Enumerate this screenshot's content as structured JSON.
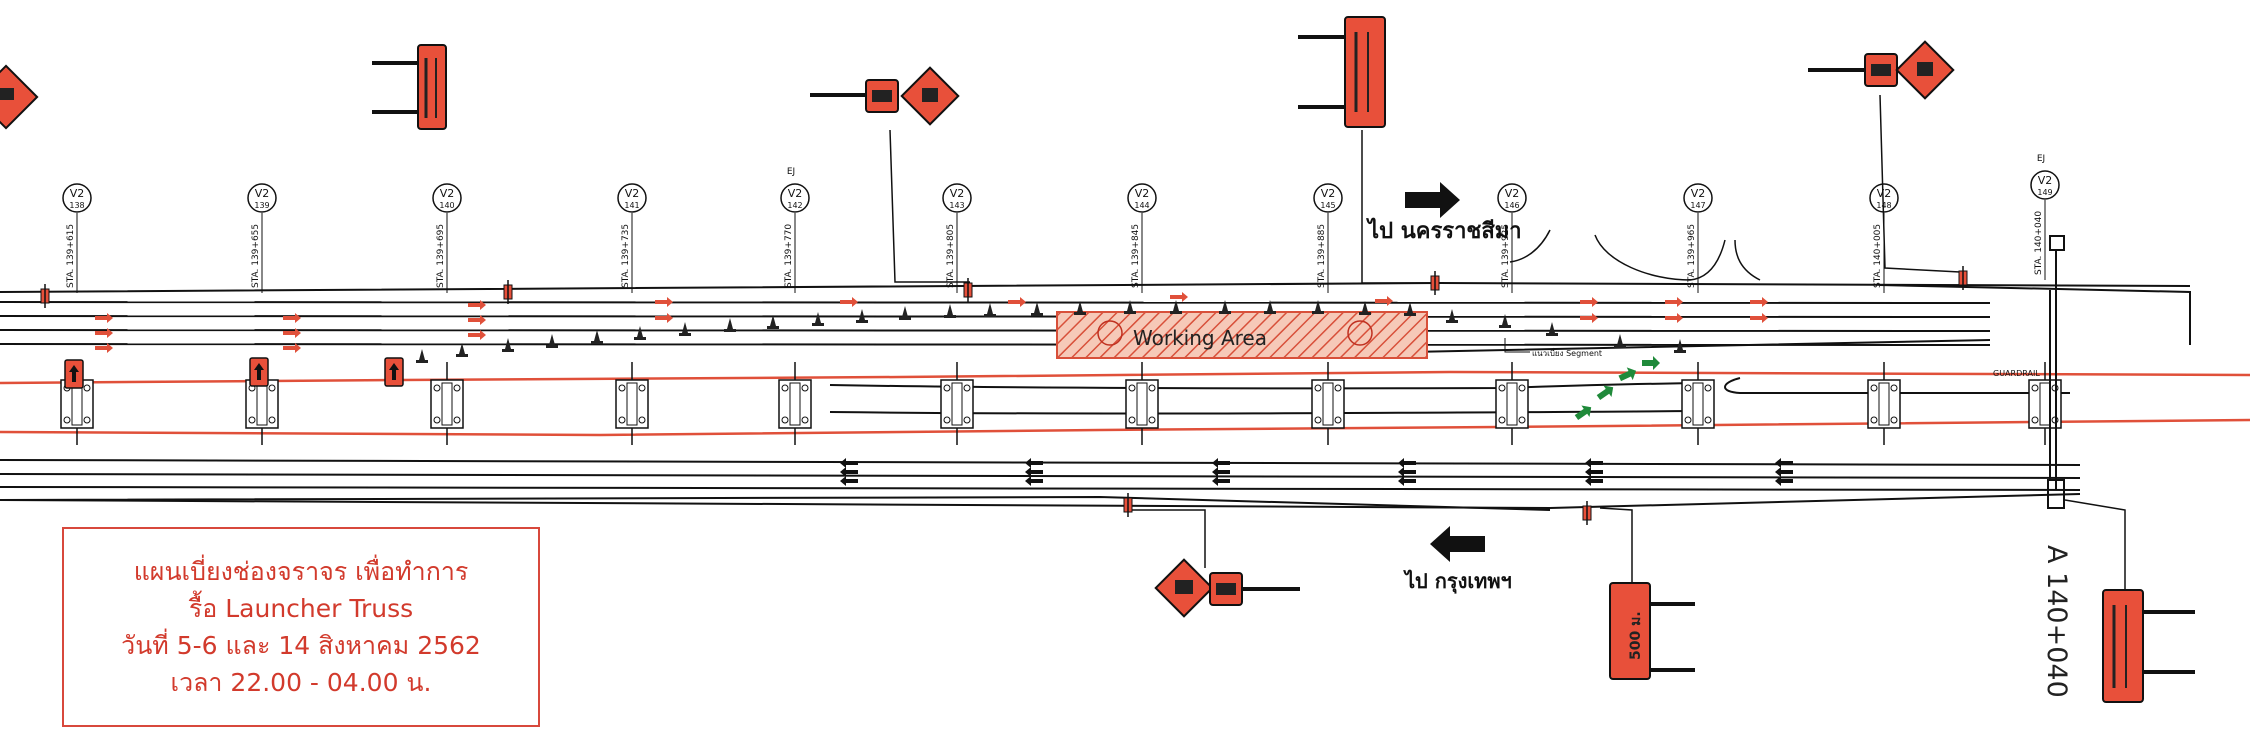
{
  "title_box": {
    "line1": "แผนเบี่ยงช่องจราจร เพื่อทำการ",
    "line2": "รื้อ Launcher Truss",
    "line3": "วันที่ 5-6 และ 14 สิงหาคม 2562",
    "line4": "เวลา 22.00 - 04.00 น."
  },
  "labels": {
    "working_area": "Working Area",
    "to_nakhon_ratchasima": "ไป นครราชสีมา",
    "to_bangkok": "ไป กรุงเทพฯ",
    "segment_note": "แนวเบี่ยง Segment",
    "guardrail": "GUARDRAIL",
    "station_end": "A 140+040",
    "sign_speed": "500 ม."
  },
  "piers": [
    {
      "code": "V2",
      "no": "138",
      "sta": "STA. 139+615"
    },
    {
      "code": "V2",
      "no": "139",
      "sta": "STA. 139+655"
    },
    {
      "code": "V2",
      "no": "140",
      "sta": "STA. 139+695"
    },
    {
      "code": "V2",
      "no": "141",
      "sta": "STA. 139+735"
    },
    {
      "code": "V2",
      "no": "142",
      "sta": "STA. 139+770",
      "ej": "EJ"
    },
    {
      "code": "V2",
      "no": "143",
      "sta": "STA. 139+805"
    },
    {
      "code": "V2",
      "no": "144",
      "sta": "STA. 139+845"
    },
    {
      "code": "V2",
      "no": "145",
      "sta": "STA. 139+885"
    },
    {
      "code": "V2",
      "no": "146",
      "sta": "STA. 139+925"
    },
    {
      "code": "V2",
      "no": "147",
      "sta": "STA. 139+965"
    },
    {
      "code": "V2",
      "no": "148",
      "sta": "STA. 140+005"
    },
    {
      "code": "V2",
      "no": "149",
      "sta": "STA. 140+040",
      "ej": "EJ"
    }
  ],
  "colors": {
    "sign_orange": "#e8503a",
    "guide_red": "#e0503a",
    "line_black": "#111111",
    "arrow_green": "#1f8a3a",
    "note_red": "#d23a2c"
  }
}
